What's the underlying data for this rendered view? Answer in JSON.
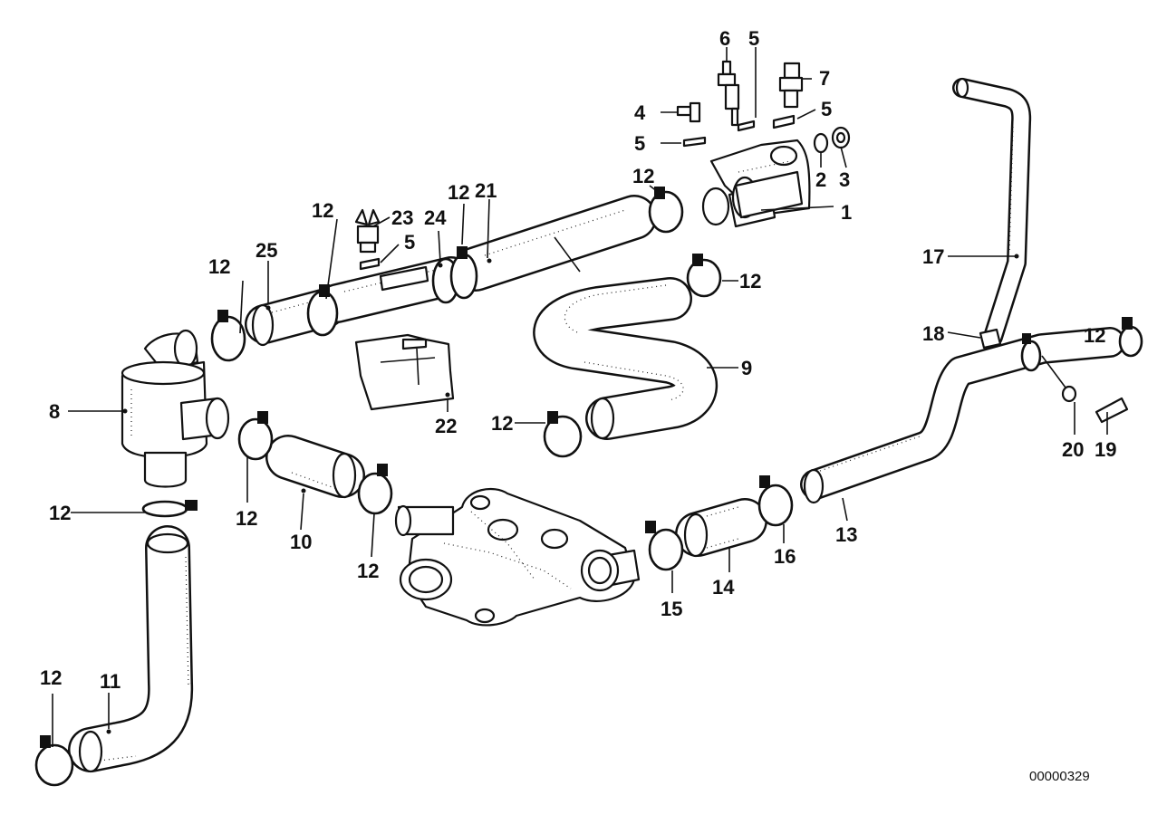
{
  "document_number": "00000329",
  "callouts": [
    {
      "id": "c1",
      "text": "1"
    },
    {
      "id": "c2",
      "text": "2"
    },
    {
      "id": "c3",
      "text": "3"
    },
    {
      "id": "c4",
      "text": "4"
    },
    {
      "id": "c5a",
      "text": "5"
    },
    {
      "id": "c5b",
      "text": "5"
    },
    {
      "id": "c5c",
      "text": "5"
    },
    {
      "id": "c5d",
      "text": "5"
    },
    {
      "id": "c6",
      "text": "6"
    },
    {
      "id": "c7",
      "text": "7"
    },
    {
      "id": "c8",
      "text": "8"
    },
    {
      "id": "c9",
      "text": "9"
    },
    {
      "id": "c10",
      "text": "10"
    },
    {
      "id": "c11",
      "text": "11"
    },
    {
      "id": "c12a",
      "text": "12"
    },
    {
      "id": "c12b",
      "text": "12"
    },
    {
      "id": "c12c",
      "text": "12"
    },
    {
      "id": "c12d",
      "text": "12"
    },
    {
      "id": "c12e",
      "text": "12"
    },
    {
      "id": "c12f",
      "text": "12"
    },
    {
      "id": "c12g",
      "text": "12"
    },
    {
      "id": "c12h",
      "text": "12"
    },
    {
      "id": "c12i",
      "text": "12"
    },
    {
      "id": "c12j",
      "text": "12"
    },
    {
      "id": "c12k",
      "text": "12"
    },
    {
      "id": "c13",
      "text": "13"
    },
    {
      "id": "c14",
      "text": "14"
    },
    {
      "id": "c15",
      "text": "15"
    },
    {
      "id": "c16",
      "text": "16"
    },
    {
      "id": "c17",
      "text": "17"
    },
    {
      "id": "c18",
      "text": "18"
    },
    {
      "id": "c19",
      "text": "19"
    },
    {
      "id": "c20",
      "text": "20"
    },
    {
      "id": "c21",
      "text": "21"
    },
    {
      "id": "c22",
      "text": "22"
    },
    {
      "id": "c23",
      "text": "23"
    },
    {
      "id": "c24",
      "text": "24"
    },
    {
      "id": "c25",
      "text": "25"
    }
  ]
}
